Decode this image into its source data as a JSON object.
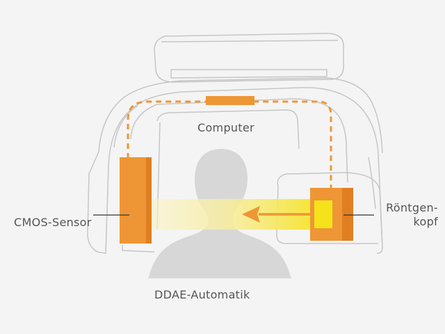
{
  "labels": {
    "computer": "Computer",
    "cmos_sensor": "CMOS-Sensor",
    "roentgen_line1": "Röntgen-",
    "roentgen_line2": "kopf",
    "ddae": "DDAE-Automatik"
  },
  "colors": {
    "background": "#f4f4f4",
    "outline": "#c6c6c6",
    "silhouette": "#d7d7d7",
    "orange": "#ee9635",
    "orange_dark": "#e07f22",
    "beam_yellow": "#f5e21a",
    "label_text": "#555555"
  },
  "icons": {
    "arrow": "arrow-left-icon"
  }
}
